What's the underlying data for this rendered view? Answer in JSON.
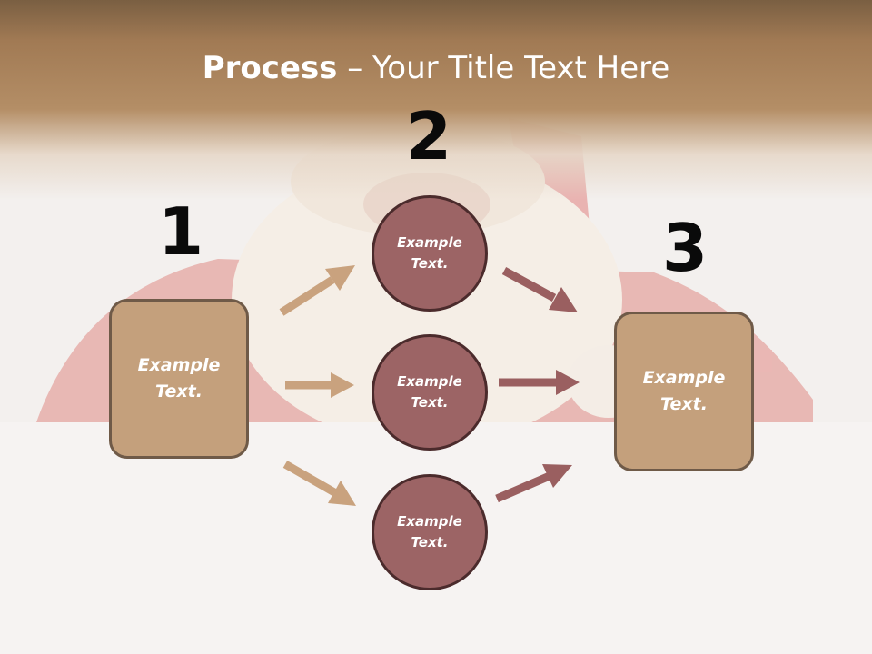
{
  "title": {
    "bold": "Process",
    "rest": " – Your Title Text Here"
  },
  "steps": {
    "n1": "1",
    "n2": "2",
    "n3": "3"
  },
  "box_left": {
    "line1": "Example",
    "line2": "Text."
  },
  "box_right": {
    "line1": "Example",
    "line2": "Text."
  },
  "circles": [
    {
      "line1": "Example",
      "line2": "Text."
    },
    {
      "line1": "Example",
      "line2": "Text."
    },
    {
      "line1": "Example",
      "line2": "Text."
    }
  ],
  "colors": {
    "box_fill": "#c4a07c",
    "box_border": "#6f5a48",
    "circle_fill": "#9c6465",
    "circle_border": "#4b2b2c",
    "arrow_tan": "#c9a27e",
    "arrow_maroon": "#9a5f60",
    "header_band": "#b48e66"
  }
}
